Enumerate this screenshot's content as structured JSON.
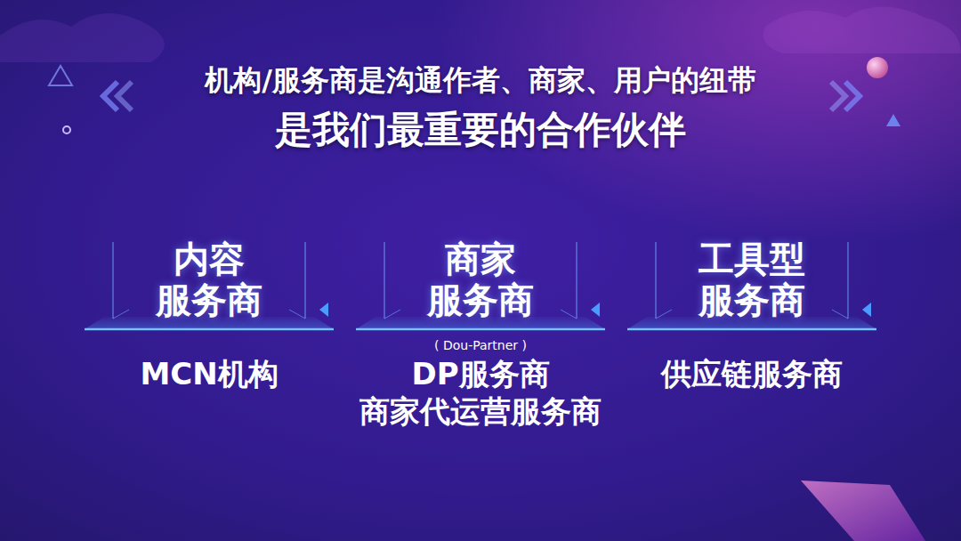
{
  "diagram": {
    "title": "机构/服务商是沟通作者、商家、用户的纽带",
    "nodes": [
      {
        "text": [
          "内容 服务商",
          "MCN机构"
        ]
      },
      {
        "text": [
          "商家 服务商",
          "( Dou-Partner )",
          "DP服务商",
          "商家代运营服务商"
        ]
      },
      {
        "text": [
          "工具型 服务商",
          "供应链服务商"
        ]
      }
    ],
    "labels": [
      "是我们最重要的合作伙伴"
    ]
  }
}
